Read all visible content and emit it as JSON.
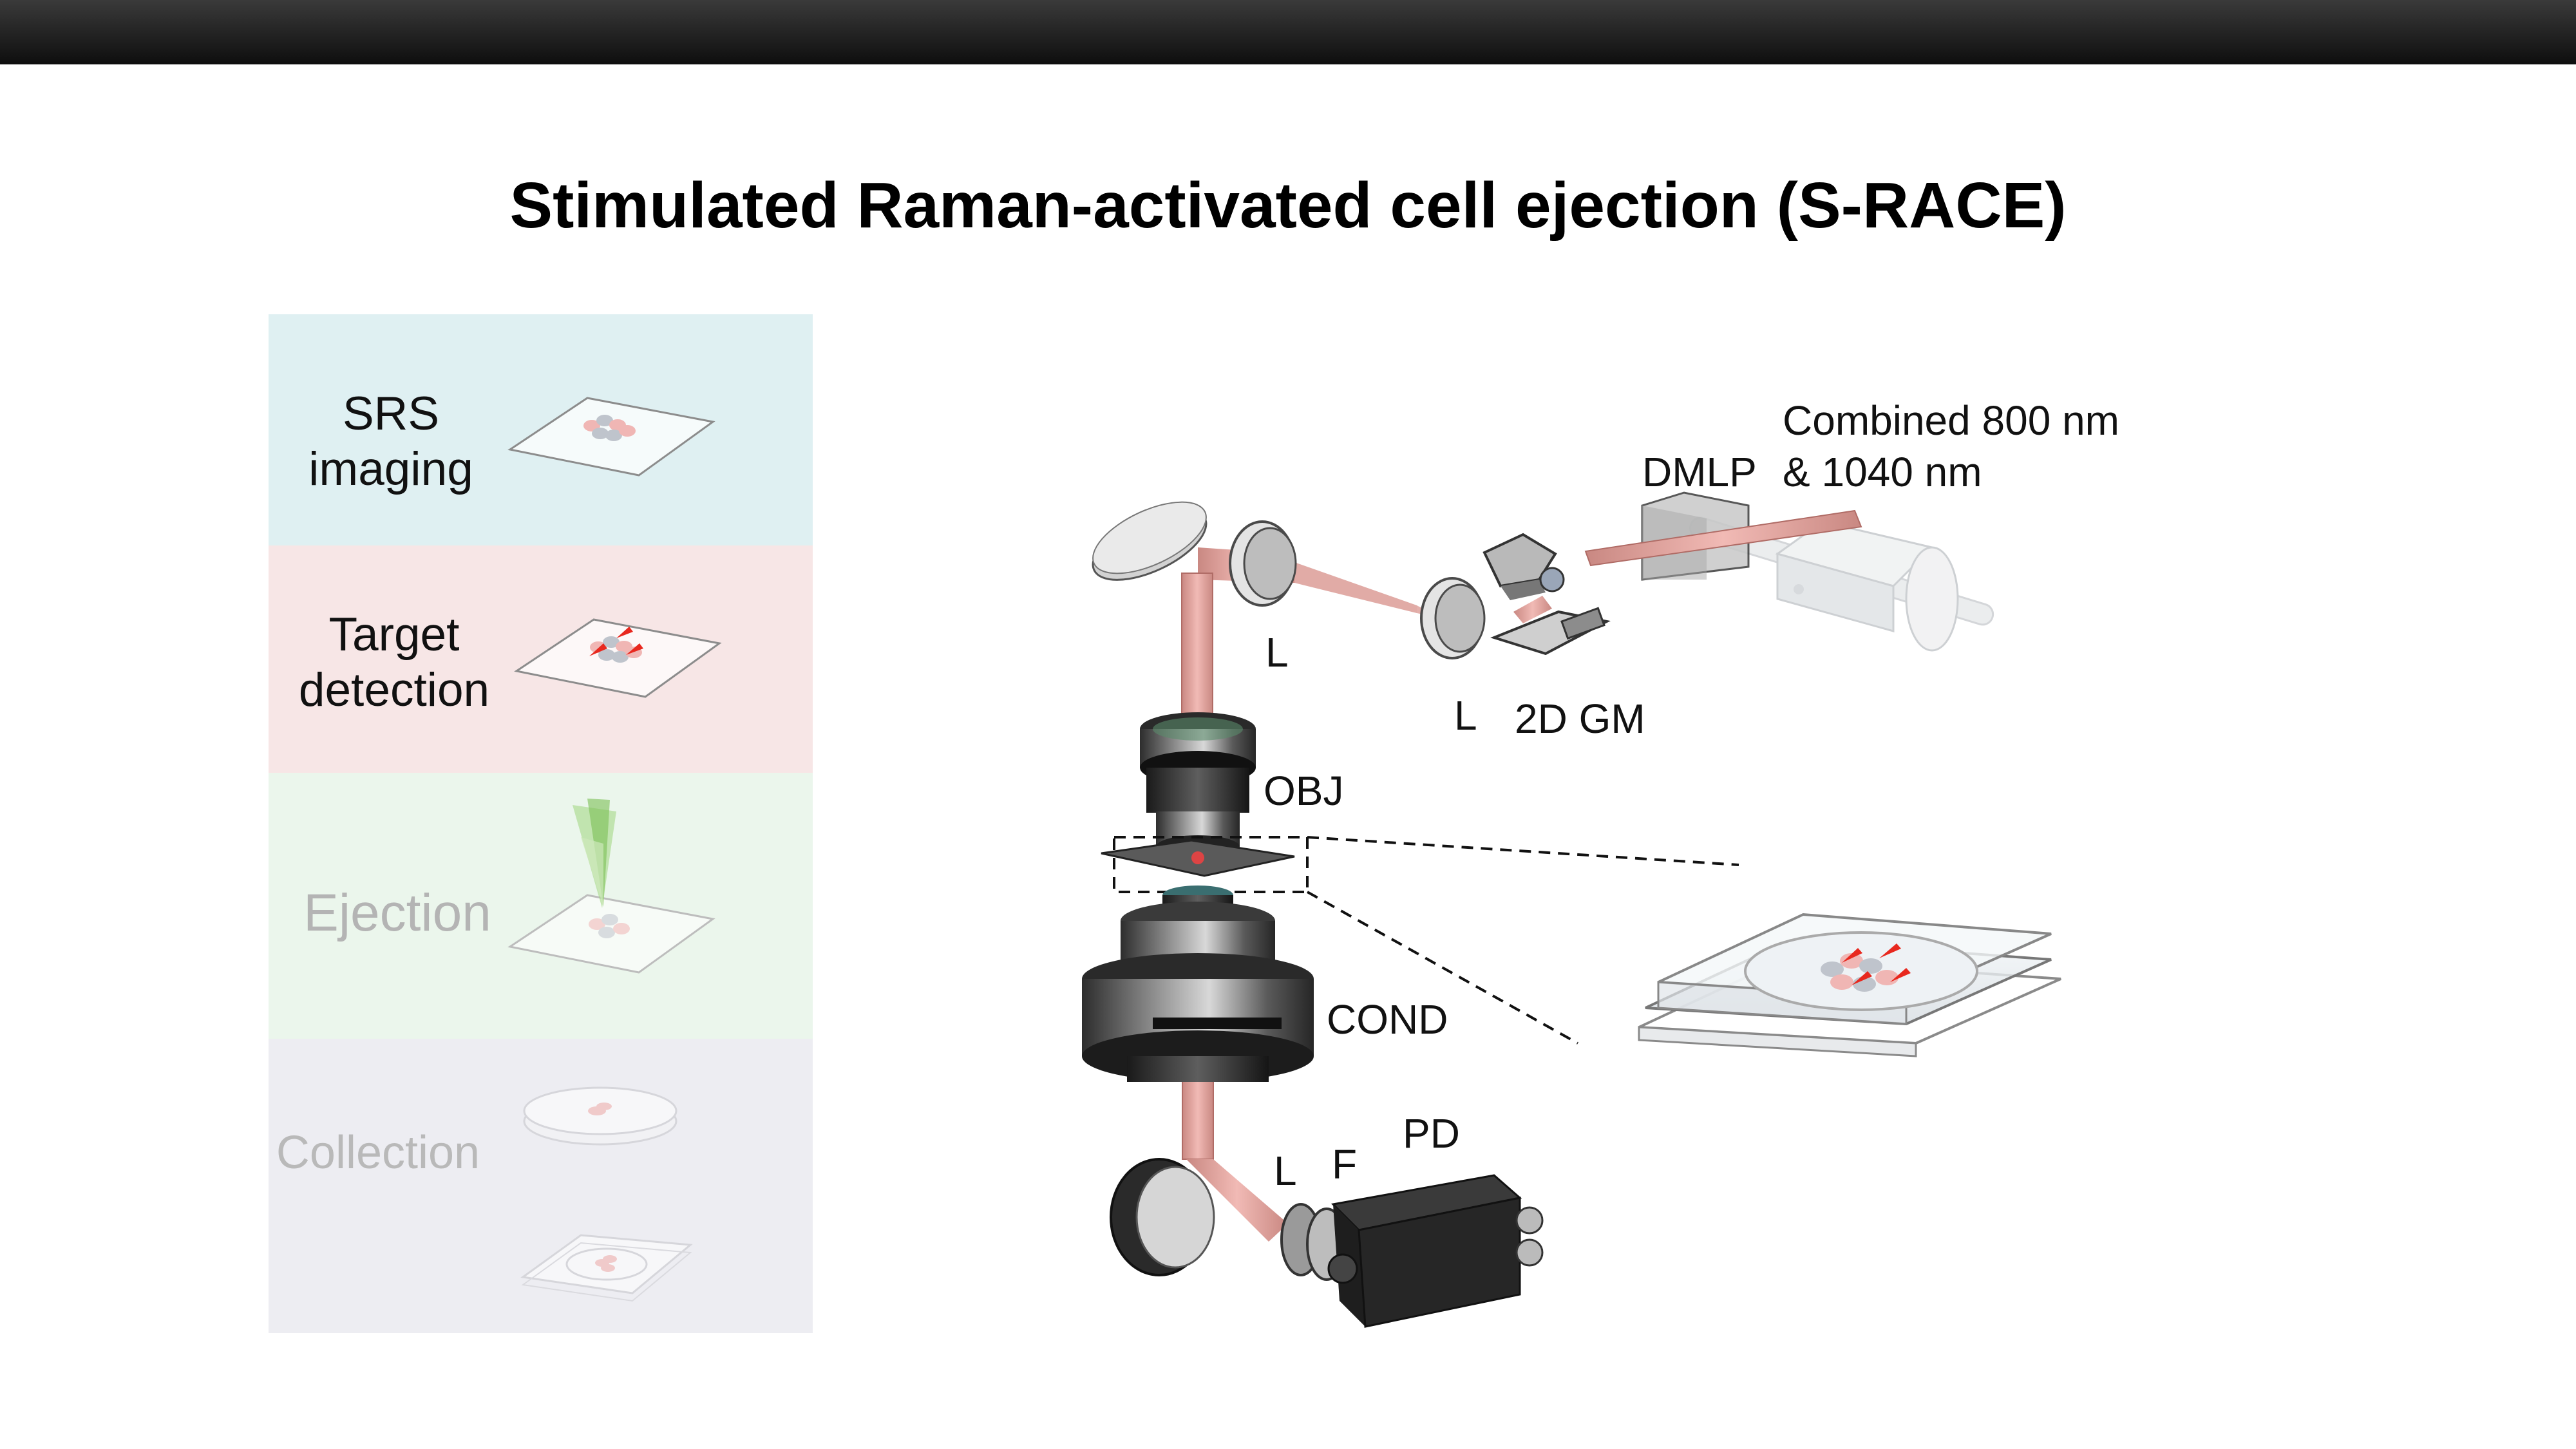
{
  "title": "Stimulated Raman-activated cell ejection (S-RACE)",
  "workflow": {
    "stages": [
      {
        "label_line1": "SRS",
        "label_line2": "imaging"
      },
      {
        "label_line1": "Target",
        "label_line2": "detection"
      },
      {
        "label_line1": "Ejection"
      },
      {
        "label_line1": "Collection"
      }
    ]
  },
  "setup": {
    "labels": {
      "source_line1": "Combined 800 nm",
      "source_line2": "& 1040 nm",
      "dmlp": "DMLP",
      "lens": "L",
      "galvo": "2D GM",
      "objective": "OBJ",
      "condenser": "COND",
      "filter": "F",
      "photodiode": "PD"
    }
  },
  "colors": {
    "beam": "#e8aaa5",
    "srs_bg": "#dff0f2",
    "target_bg": "#f7e6e6",
    "eject_bg": "#ebf6ec",
    "collect_bg": "#ededf2",
    "cell_red": "#e8281e",
    "eject_cone": "#8fcf6e"
  }
}
